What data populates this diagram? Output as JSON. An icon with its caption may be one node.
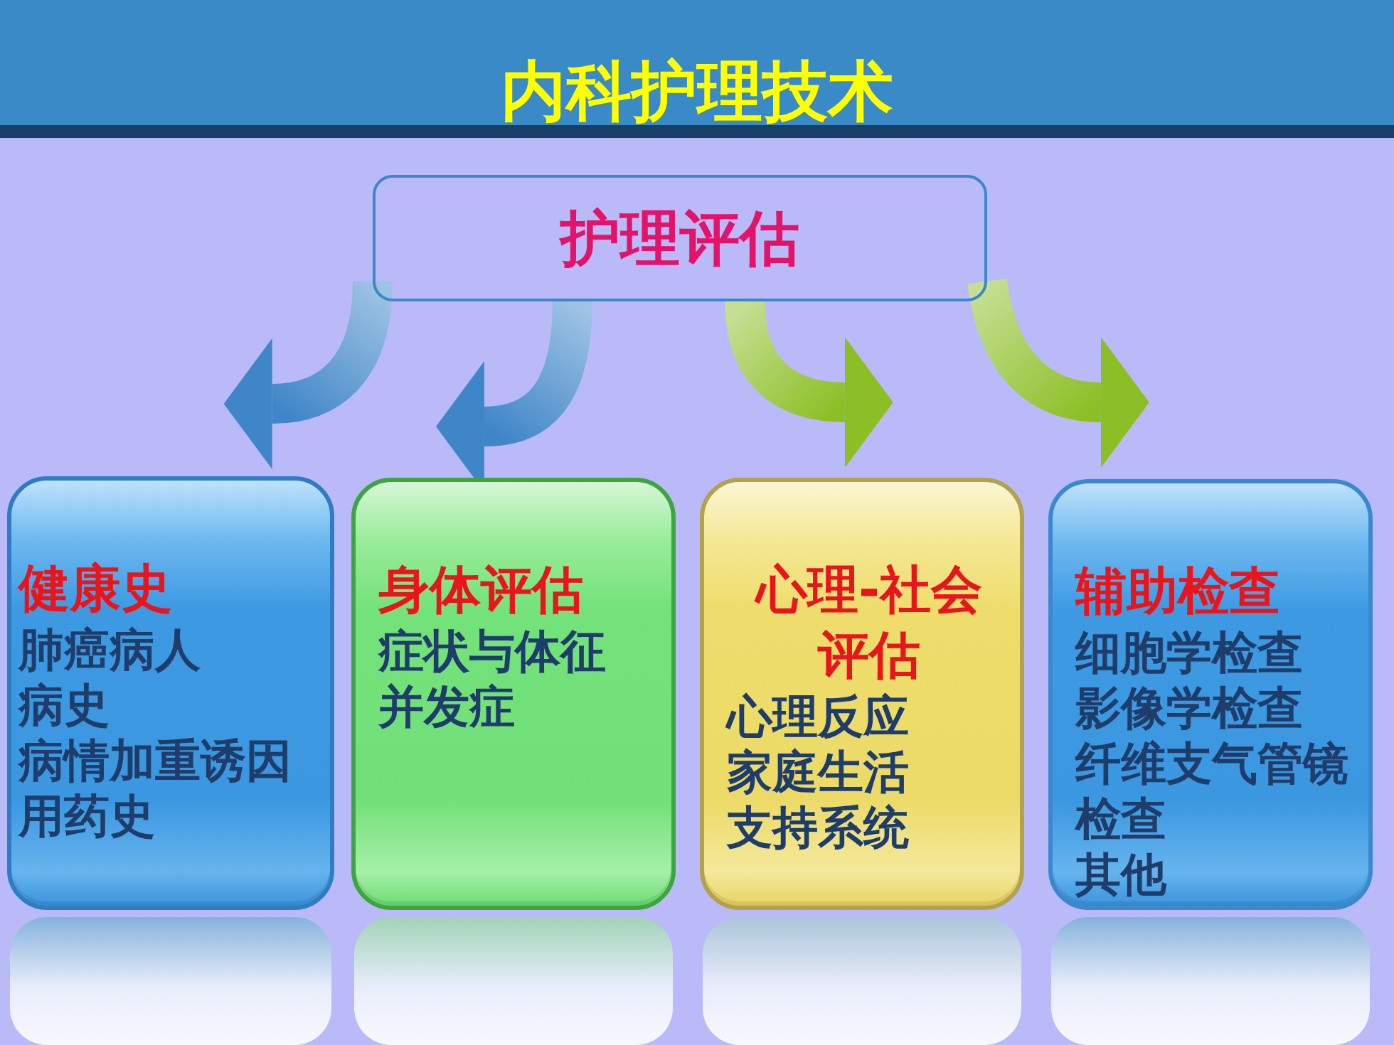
{
  "diagram": {
    "title": "内科护理技术",
    "nodes": [
      {
        "text": [
          "护理评估"
        ]
      },
      {
        "text": [
          "健康史",
          "肺癌病人",
          "病史",
          "病情加重诱因",
          "用药史"
        ]
      },
      {
        "text": [
          "身体评估",
          "症状与体征",
          "并发症"
        ]
      },
      {
        "text": [
          "心理-社会评估",
          "心理反应",
          "家庭生活",
          "支持系统"
        ]
      },
      {
        "text": [
          "辅助检查",
          "细胞学检查",
          "影像学检查",
          "纤维支气管镜检查",
          "其他"
        ]
      },
      {
        "text": [],
        "shape": "box"
      },
      {
        "text": [],
        "shape": "box"
      },
      {
        "text": [],
        "shape": "box"
      },
      {
        "text": [],
        "shape": "box"
      }
    ],
    "edges": [
      {
        "from": 0,
        "to": 1,
        "arrow": "to",
        "color": "#3f86c8"
      },
      {
        "from": 0,
        "to": 2,
        "arrow": "to",
        "color": "#3f86c8"
      },
      {
        "from": 0,
        "to": 3,
        "arrow": "to",
        "color": "#8cbf26"
      },
      {
        "from": 0,
        "to": 4,
        "arrow": "to",
        "color": "#8cbf26"
      }
    ]
  }
}
